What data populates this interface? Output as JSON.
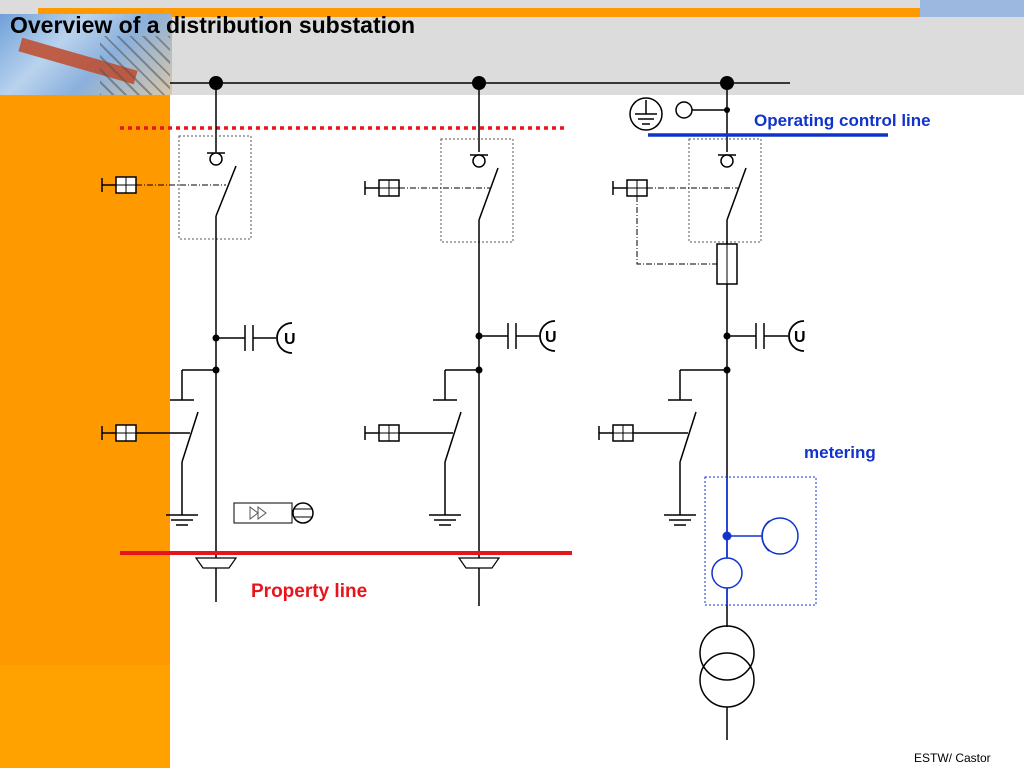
{
  "slide": {
    "title": "Overview of a distribution substation",
    "footer": "ESTW/ Castor"
  },
  "diagram": {
    "labels": {
      "operating_control_line": "Operating control line",
      "metering": "metering",
      "property_line": "Property line"
    },
    "voltage_indicator_symbol": "U",
    "colors": {
      "orange": "#FF9900",
      "operating_control_line": "#1033CC",
      "property_line": "#E8141B",
      "metering": "#1033CC",
      "circuit": "#000000"
    }
  }
}
